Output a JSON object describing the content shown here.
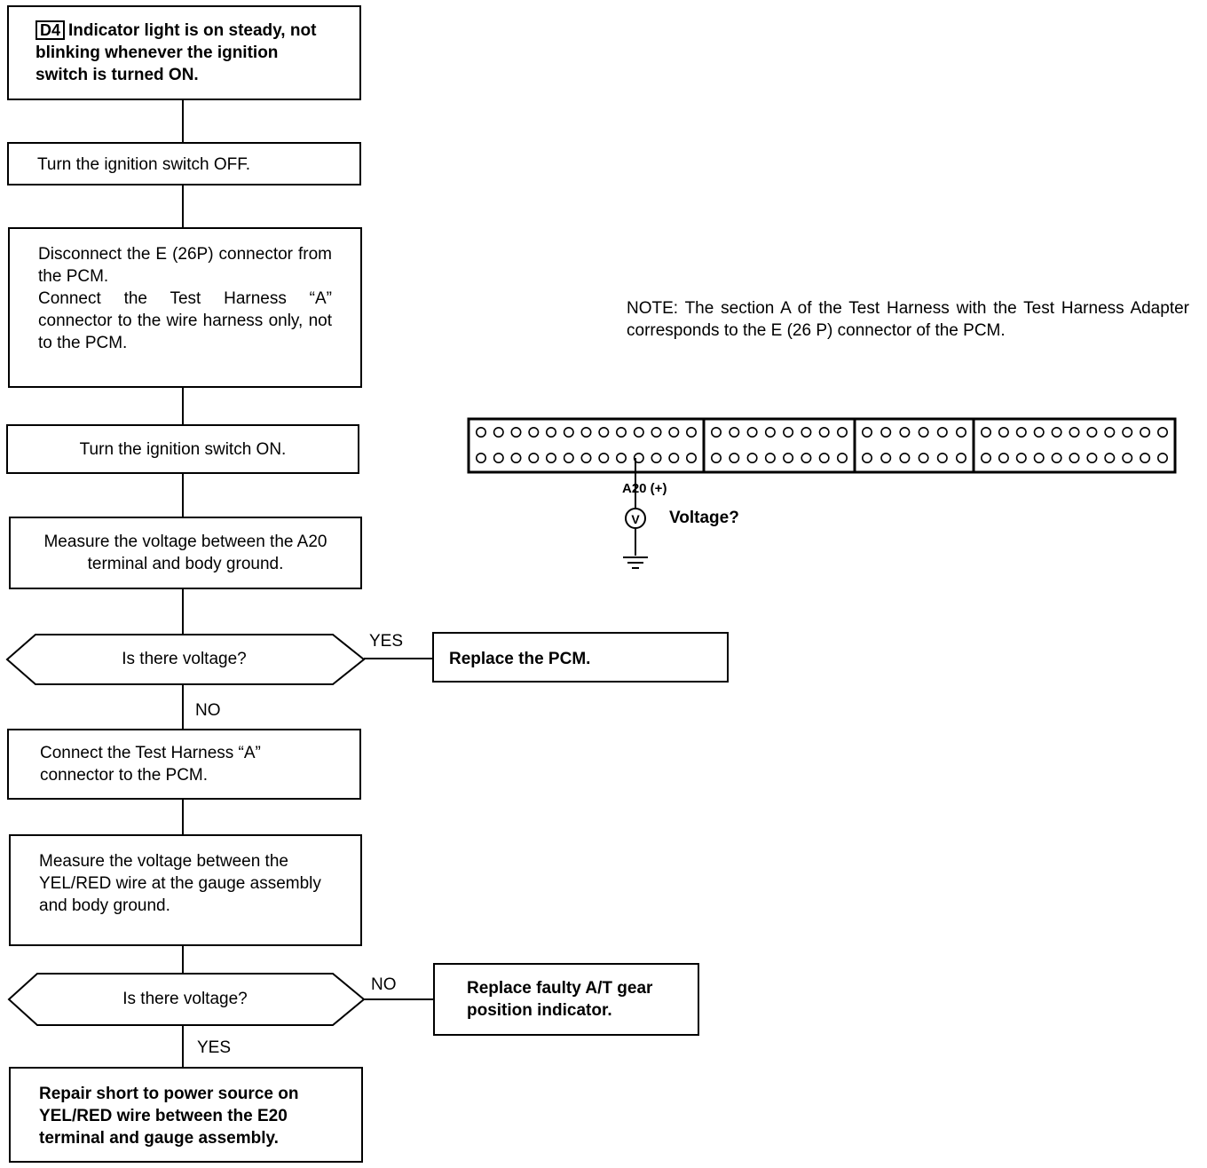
{
  "steps": {
    "start": {
      "badge": "D4",
      "text": "Indicator light is on steady, not blinking whenever the ignition switch is turned ON."
    },
    "ign_off": "Turn the ignition switch OFF.",
    "disconnect": [
      "Disconnect the E (26P) connector from the PCM.",
      "Connect the Test Harness “A” connector to the wire harness only, not to the PCM."
    ],
    "ign_on": "Turn the ignition switch ON.",
    "measure_a20": "Measure the voltage between the A20 terminal and body ground.",
    "decision1": "Is there voltage?",
    "replace_pcm": "Replace the PCM.",
    "connect_pcm": "Connect the Test Harness “A” connector to the PCM.",
    "measure_yel": "Measure the voltage between the YEL/RED wire at the gauge assembly and body ground.",
    "decision2": "Is there voltage?",
    "replace_indicator": "Replace faulty A/T gear position indicator.",
    "repair_short": "Repair short to power source on YEL/RED wire between the E20 terminal and gauge assembly."
  },
  "labels": {
    "yes1": "YES",
    "no1": "NO",
    "no2": "NO",
    "yes2": "YES"
  },
  "note": "NOTE: The section A of the Test Harness with the Test Harness Adapter corresponds to the E (26 P) connector of the PCM.",
  "connector": {
    "sections_pins": [
      13,
      8,
      6,
      11
    ],
    "terminal_label": "A20 (+)",
    "meter_label": "Voltage?",
    "meter_symbol": "V"
  }
}
